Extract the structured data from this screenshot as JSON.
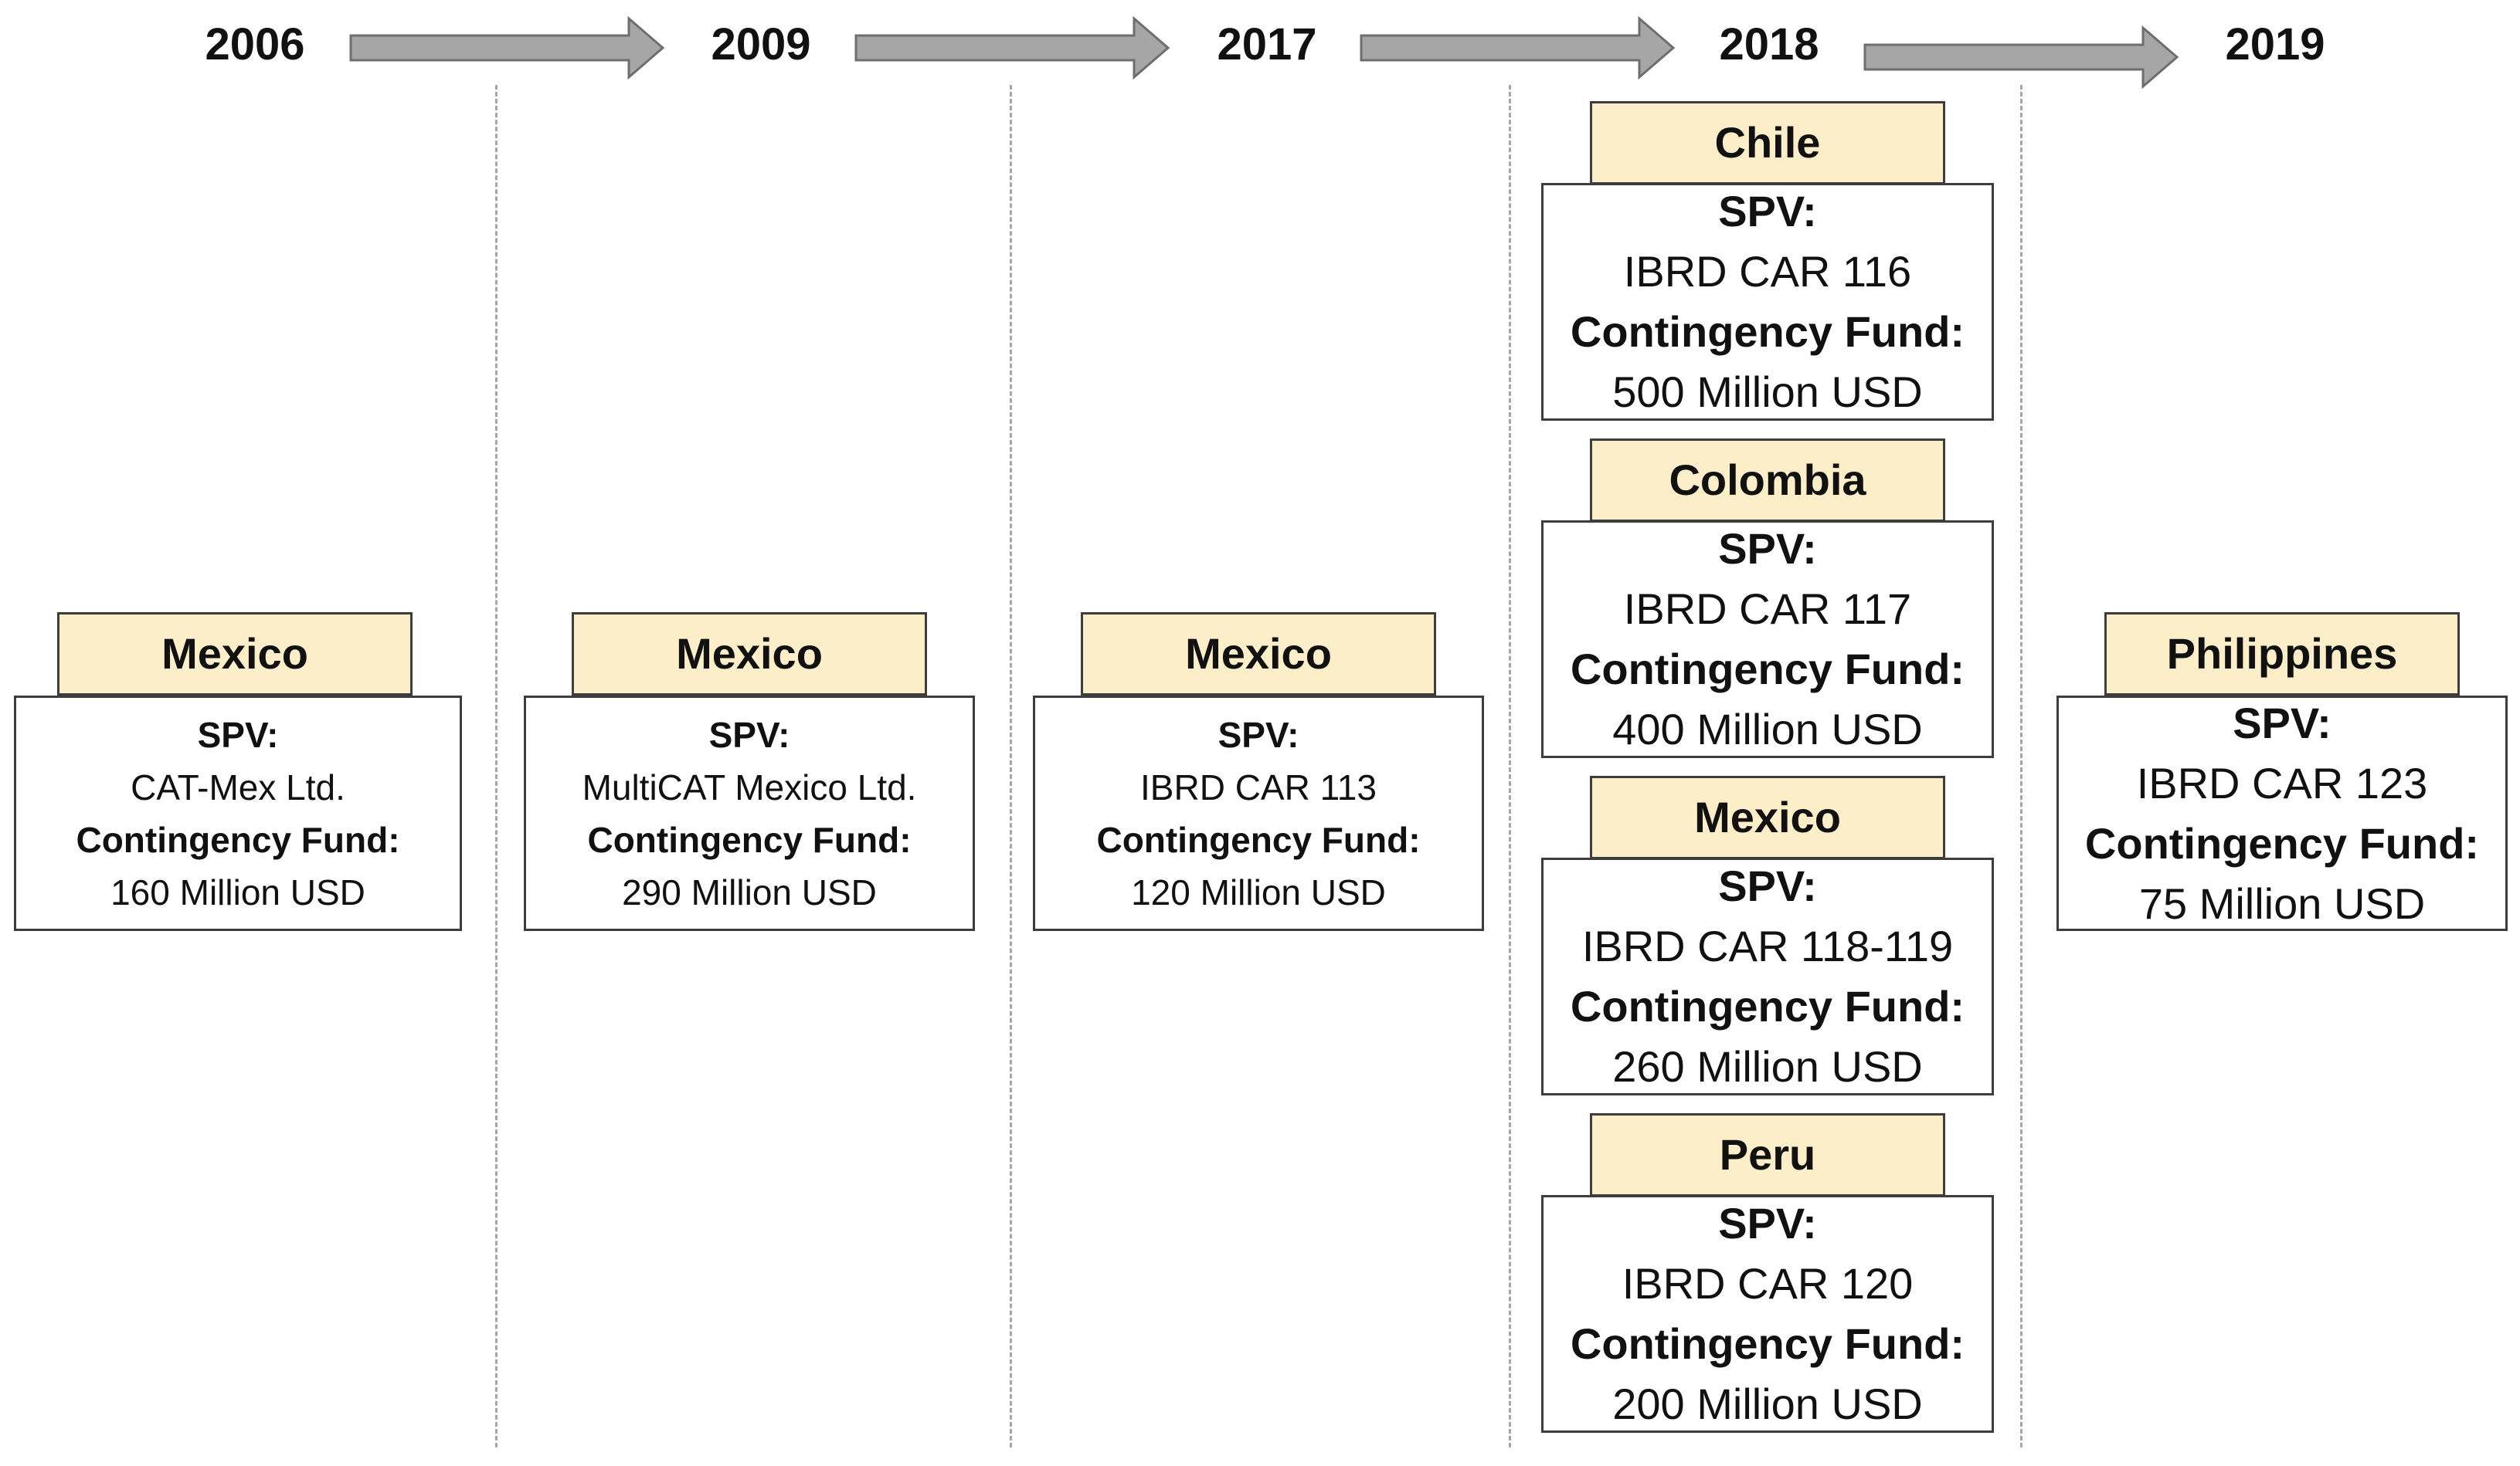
{
  "timeline": {
    "years": [
      "2006",
      "2009",
      "2017",
      "2018",
      "2019"
    ],
    "arrow_color": "#a6a6a6"
  },
  "labels": {
    "spv": "SPV:",
    "fund": "Contingency Fund:"
  },
  "colors": {
    "tab_fill": "#fbeec8",
    "border": "#3d3d3d",
    "divider": "#a6a6a6"
  },
  "bonds": [
    {
      "year": "2006",
      "country": "Mexico",
      "spv": "CAT-Mex Ltd.",
      "fund": "160 Million USD"
    },
    {
      "year": "2009",
      "country": "Mexico",
      "spv": "MultiCAT Mexico Ltd.",
      "fund": "290 Million USD"
    },
    {
      "year": "2017",
      "country": "Mexico",
      "spv": "IBRD CAR 113",
      "fund": "120 Million USD"
    },
    {
      "year": "2018",
      "country": "Chile",
      "spv": "IBRD CAR 116",
      "fund": "500 Million USD"
    },
    {
      "year": "2018",
      "country": "Colombia",
      "spv": "IBRD CAR 117",
      "fund": "400 Million USD"
    },
    {
      "year": "2018",
      "country": "Mexico",
      "spv": "IBRD CAR 118-119",
      "fund": "260 Million USD"
    },
    {
      "year": "2018",
      "country": "Peru",
      "spv": "IBRD CAR 120",
      "fund": "200 Million USD"
    },
    {
      "year": "2019",
      "country": "Philippines",
      "spv": "IBRD CAR 123",
      "fund": "75 Million USD"
    }
  ]
}
